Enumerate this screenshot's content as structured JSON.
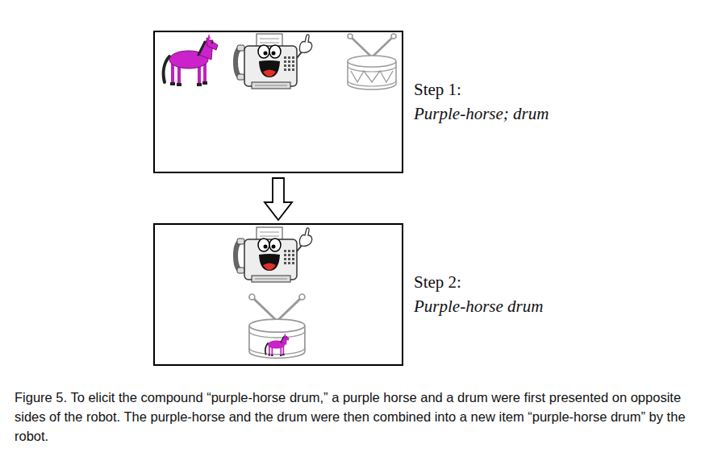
{
  "diagram": {
    "caption": "Figure 5. To elicit the compound “purple-horse drum,” a purple horse and a drum were first presented on opposite sides of the robot. The purple-horse and the drum were then combined into a new item “purple-horse drum” by the robot.",
    "nodes": [
      {
        "text": [
          "Step 1:",
          "Purple-horse; drum"
        ]
      },
      {
        "text": [
          "Step 2:",
          "Purple-horse drum"
        ]
      }
    ],
    "edges": [
      {
        "from": 0,
        "to": 1,
        "arrow": "to"
      }
    ]
  }
}
